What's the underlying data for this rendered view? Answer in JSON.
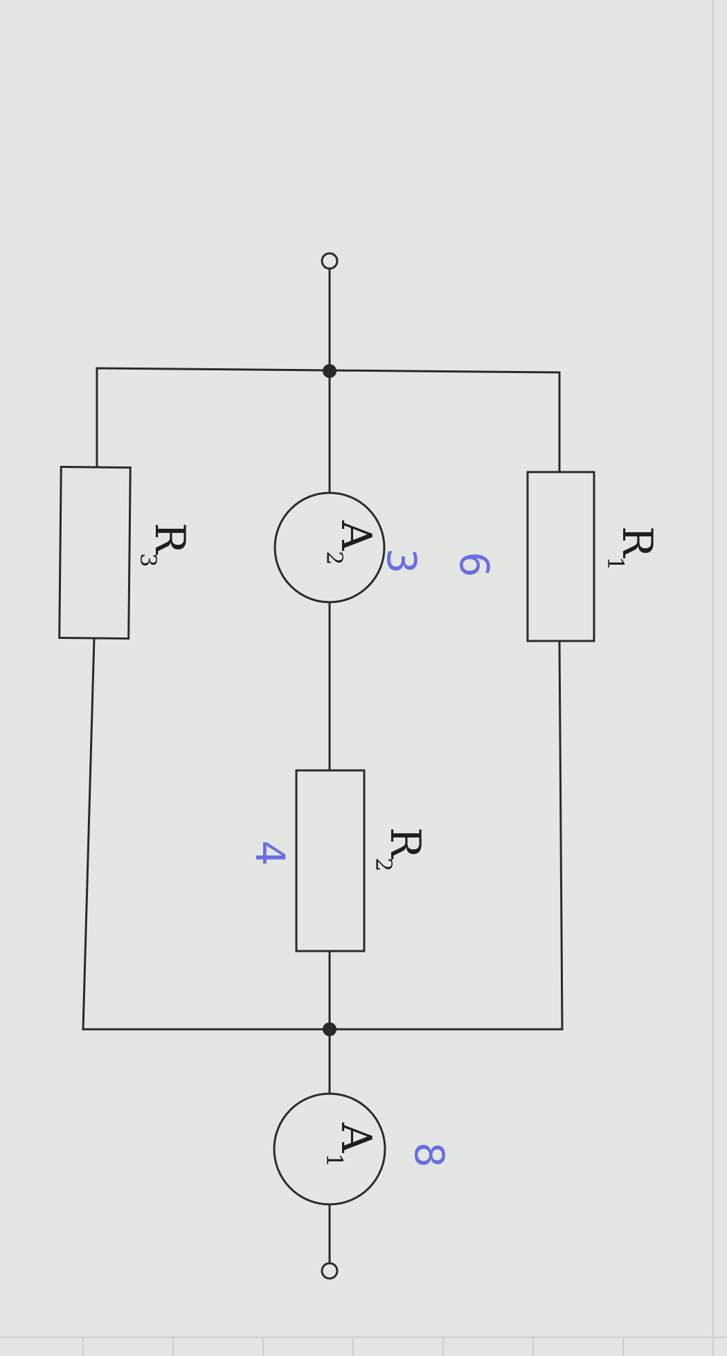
{
  "labels": {
    "r1": "R",
    "r1_sub": "1",
    "r2": "R",
    "r2_sub": "2",
    "r3": "R",
    "r3_sub": "3",
    "a1": "A",
    "a1_sub": "1",
    "a2": "A",
    "a2_sub": "2"
  },
  "handwritten": {
    "near_a2_a": "3",
    "near_a2_b": "6",
    "near_r2": "4",
    "near_a1": "8"
  },
  "colors": {
    "ink": "#2a2a2a",
    "pen": "#6a6ee0",
    "paper": "#e4e6e3"
  }
}
